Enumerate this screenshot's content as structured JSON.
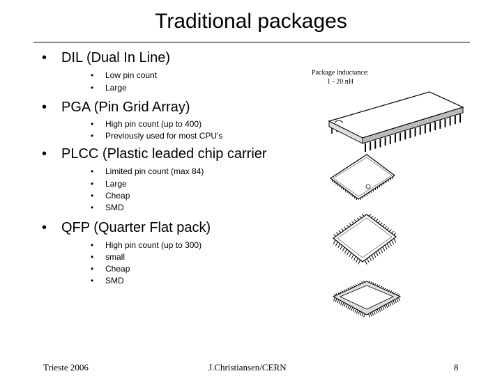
{
  "title": "Traditional packages",
  "note": {
    "line1": "Package inductance:",
    "line2": "1 - 20 nH"
  },
  "bullet_glyph": "•",
  "sections": [
    {
      "heading": "DIL (Dual In Line)",
      "items": [
        "Low pin count",
        "Large"
      ]
    },
    {
      "heading": "PGA (Pin Grid Array)",
      "items": [
        "High pin count (up to 400)",
        "Previously used for most CPU's"
      ]
    },
    {
      "heading": "PLCC (Plastic leaded chip carrier",
      "items": [
        "Limited pin count (max 84)",
        "Large",
        "Cheap",
        "SMD"
      ]
    },
    {
      "heading": "QFP (Quarter Flat pack)",
      "items": [
        "High pin count (up to 300)",
        "small",
        "Cheap",
        "SMD"
      ]
    }
  ],
  "illustrations": [
    "dil-package-illustration",
    "plcc-package-illustration",
    "qfp-package-illustration",
    "qfp-fine-pitch-package-illustration"
  ],
  "footer": {
    "left": "Trieste 2006",
    "center": "J.Christiansen/CERN",
    "page": "8"
  }
}
